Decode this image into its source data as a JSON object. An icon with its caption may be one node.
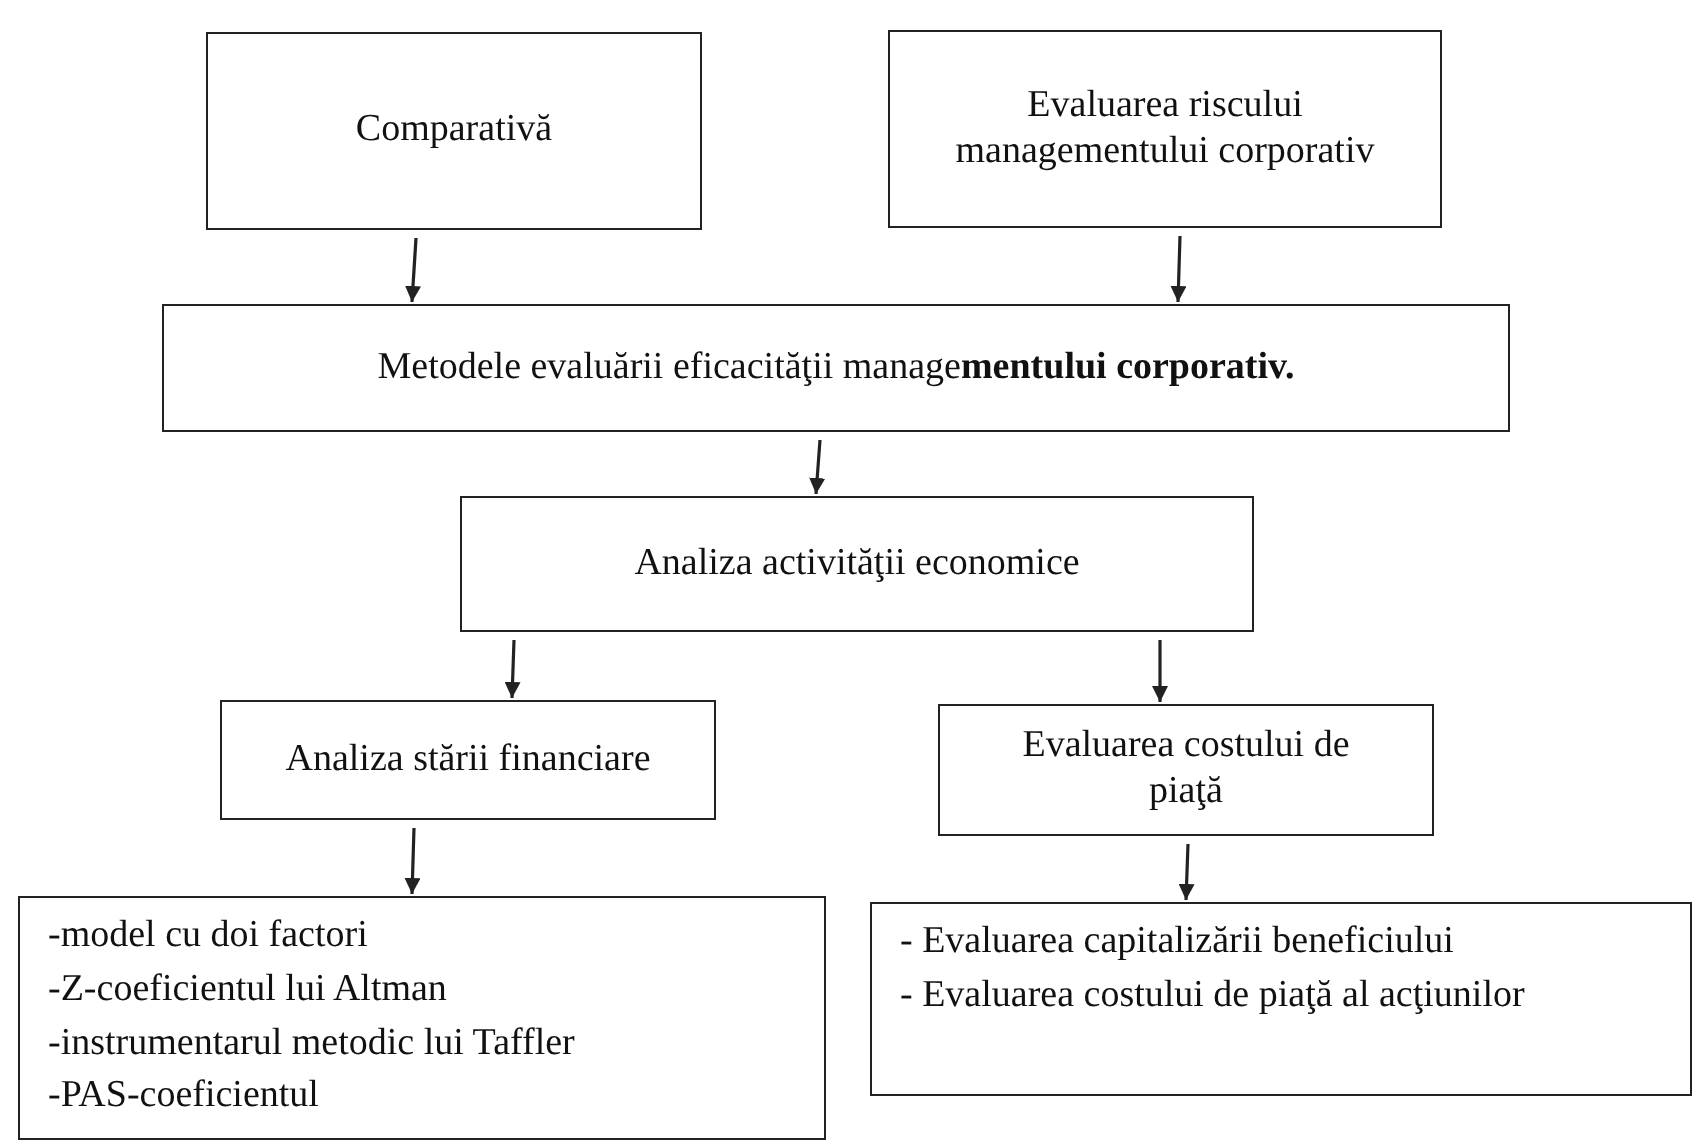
{
  "diagram": {
    "nodes": [
      {
        "text": [
          "Comparativă"
        ]
      },
      {
        "text": [
          "Evaluarea riscului managementului corporativ"
        ]
      },
      {
        "text": [
          "Metodele evaluării eficacităţii manage**mentului corporativ.**"
        ]
      },
      {
        "text": [
          "Analiza activităţii economice"
        ]
      },
      {
        "text": [
          "Analiza stării financiare"
        ]
      },
      {
        "text": [
          "Evaluarea costului de piaţă"
        ]
      },
      {
        "text": [
          "-model cu doi factori",
          "-Z-coeficientul lui Altman",
          "-instrumentarul metodic lui Taffler",
          "-PAS-coeficientul"
        ]
      },
      {
        "text": [
          "- Evaluarea capitalizării beneficiului",
          "- Evaluarea costului de piaţă al acţiunilor"
        ]
      }
    ],
    "edges": [
      {
        "from": 0,
        "to": 2,
        "arrow": "to"
      },
      {
        "from": 1,
        "to": 2,
        "arrow": "to"
      },
      {
        "from": 2,
        "to": 3,
        "arrow": "to"
      },
      {
        "from": 3,
        "to": 4,
        "arrow": "to"
      },
      {
        "from": 3,
        "to": 5,
        "arrow": "to"
      },
      {
        "from": 4,
        "to": 6,
        "arrow": "to"
      },
      {
        "from": 5,
        "to": 7,
        "arrow": "to"
      }
    ]
  }
}
